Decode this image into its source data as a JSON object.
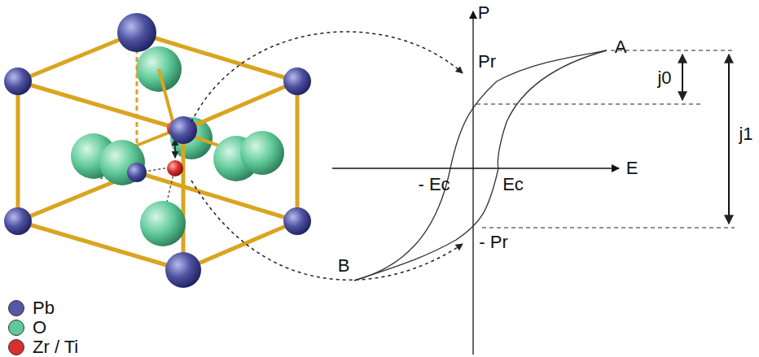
{
  "diagram": {
    "labels": [
      "P",
      "Pr",
      "A",
      "j0",
      "j1",
      "E",
      "- Ec",
      "Ec",
      "B",
      "- Pr"
    ],
    "legend": [
      {
        "text": "Pb",
        "color": "#5558a6"
      },
      {
        "text": "O",
        "color": "#5fc998"
      },
      {
        "text": "Zr / Ti",
        "color": "#d8302c"
      }
    ]
  }
}
